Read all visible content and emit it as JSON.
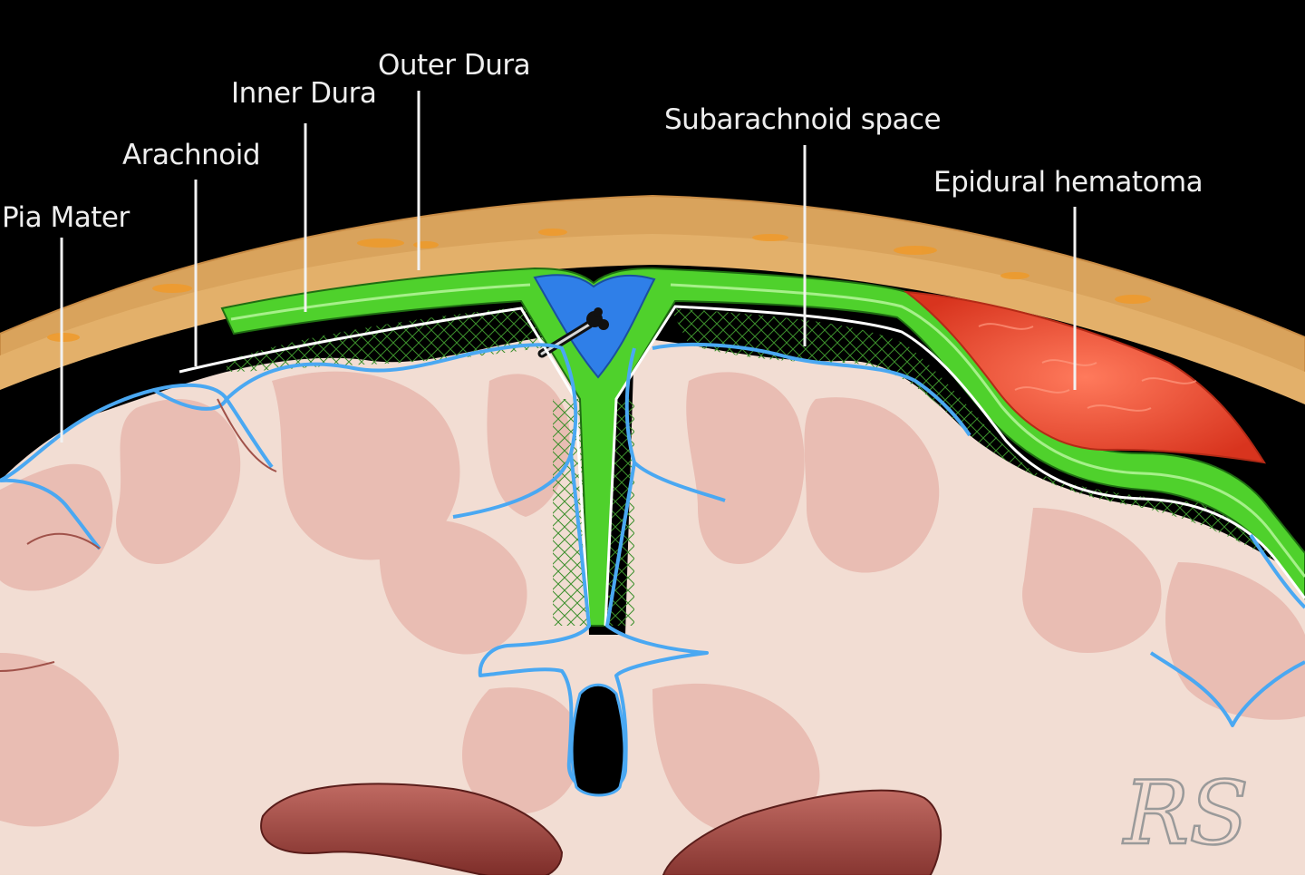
{
  "labels": {
    "pia_mater": "Pia Mater",
    "arachnoid": "Arachnoid",
    "inner_dura": "Inner Dura",
    "outer_dura": "Outer Dura",
    "subarachnoid_space": "Subarachnoid space",
    "epidural_hematoma": "Epidural hematoma"
  },
  "watermark": "RS",
  "colors": {
    "background": "#000000",
    "skull": "#d9a35c",
    "dura": "#4fd12c",
    "venous_sinus": "#2f7fe8",
    "pia": "#4aa8f2",
    "brain_white": "#f2ddd3",
    "brain_gray": "#e9bdb3",
    "hematoma": "#e8452a",
    "ventricles": "#8e3b37"
  }
}
